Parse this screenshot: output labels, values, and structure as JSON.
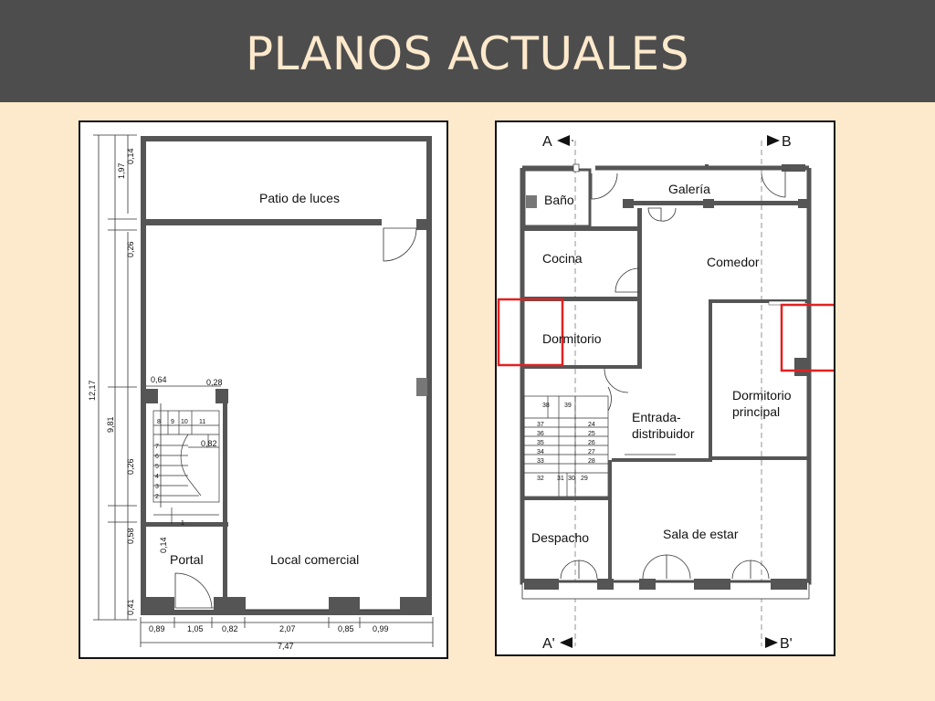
{
  "slide": {
    "title": "PLANOS ACTUALES"
  },
  "left_plan": {
    "rooms": {
      "patio": "Patio de luces",
      "local": "Local comercial",
      "portal": "Portal"
    },
    "dims_vertical": {
      "d197": "1,97",
      "d014a": "0,14",
      "d026a": "0,26",
      "d1217": "12,17",
      "d981": "9,81",
      "d026b": "0,26",
      "d058": "0,58",
      "d014b": "0,14",
      "d041": "0,41"
    },
    "dims_horizontal": {
      "d064": "0,64",
      "d028": "0,28",
      "d082a": "0,82",
      "b089": "0,89",
      "b105": "1,05",
      "b082": "0,82",
      "b207": "2,07",
      "b085": "0,85",
      "b099": "0,99",
      "b747": "7,47"
    },
    "stairs": [
      "1",
      "2",
      "3",
      "4",
      "5",
      "6",
      "7",
      "8",
      "9",
      "10",
      "11"
    ]
  },
  "right_plan": {
    "sections": {
      "a": "A",
      "b": "B",
      "a2": "A'",
      "b2": "B'"
    },
    "rooms": {
      "bano": "Baño",
      "galeria": "Galería",
      "cocina": "Cocina",
      "comedor": "Comedor",
      "dormitorio": "Dormitorio",
      "dorm_principal_1": "Dormitorio",
      "dorm_principal_2": "principal",
      "entrada_1": "Entrada-",
      "entrada_2": "distribuidor",
      "despacho": "Despacho",
      "sala": "Sala de estar"
    },
    "stairs": [
      "24",
      "25",
      "26",
      "27",
      "28",
      "29",
      "30",
      "31",
      "32",
      "33",
      "34",
      "35",
      "36",
      "37",
      "38",
      "39"
    ]
  },
  "colors": {
    "header": "#4d4d4d",
    "background": "#fde9cc",
    "title": "#fde9cc",
    "highlight": "#e32020",
    "wall": "#555555"
  }
}
